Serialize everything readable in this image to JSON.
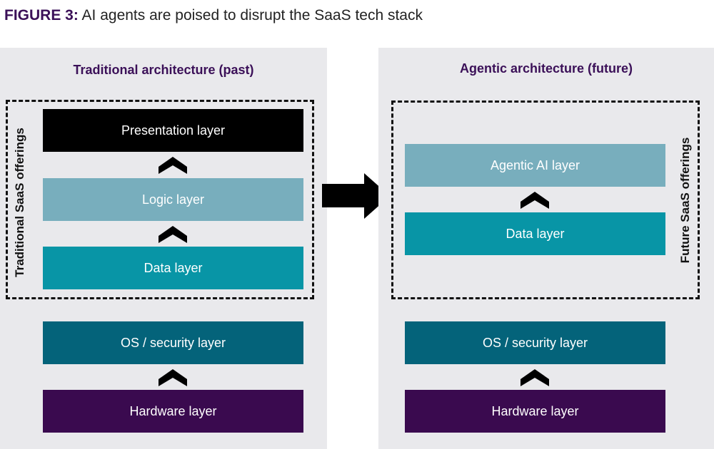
{
  "figure": {
    "label": "FIGURE 3:",
    "title": "AI agents are poised to disrupt the SaaS tech stack"
  },
  "left": {
    "heading": "Traditional architecture (past)",
    "group_label": "Traditional SaaS offerings",
    "layers": [
      {
        "label": "Presentation layer",
        "color": "#000000"
      },
      {
        "label": "Logic layer",
        "color": "#78aebd"
      },
      {
        "label": "Data layer",
        "color": "#0895a6"
      },
      {
        "label": "OS / security layer",
        "color": "#04637a"
      },
      {
        "label": "Hardware layer",
        "color": "#3a0a4f"
      }
    ]
  },
  "right": {
    "heading": "Agentic architecture (future)",
    "group_label": "Future SaaS offerings",
    "layers": [
      {
        "label": "Agentic AI layer",
        "color": "#78aebd"
      },
      {
        "label": "Data layer",
        "color": "#0895a6"
      },
      {
        "label": "OS / security layer",
        "color": "#04637a"
      },
      {
        "label": "Hardware layer",
        "color": "#3a0a4f"
      }
    ]
  }
}
